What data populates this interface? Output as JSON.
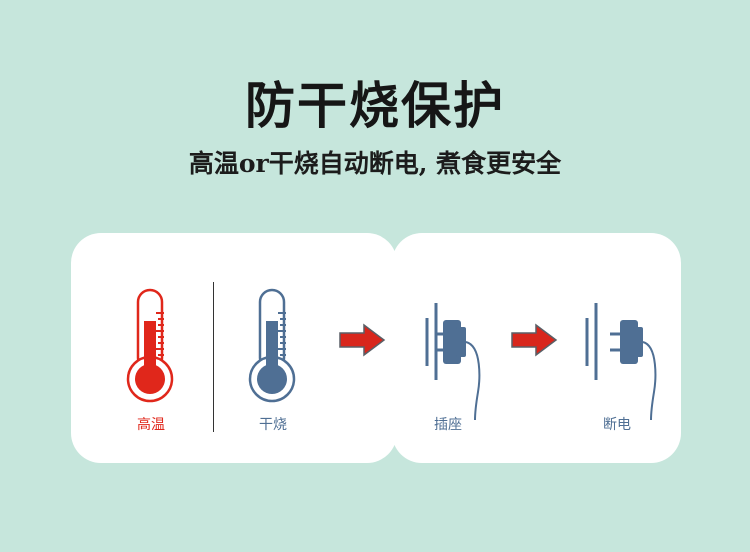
{
  "title": "防干烧保护",
  "subtitle": "高温or干烧自动断电, 煮食更安全",
  "items": [
    {
      "label": "高温",
      "icon": "thermometer-hot-icon",
      "color": "#e0271b"
    },
    {
      "label": "干烧",
      "icon": "thermometer-dry-icon",
      "color": "#4f6f94"
    },
    {
      "label": "插座",
      "icon": "plug-in-socket-icon",
      "color": "#4f6f94"
    },
    {
      "label": "断电",
      "icon": "plug-unplugged-icon",
      "color": "#4f6f94"
    }
  ],
  "arrow_color": "#d8261c"
}
